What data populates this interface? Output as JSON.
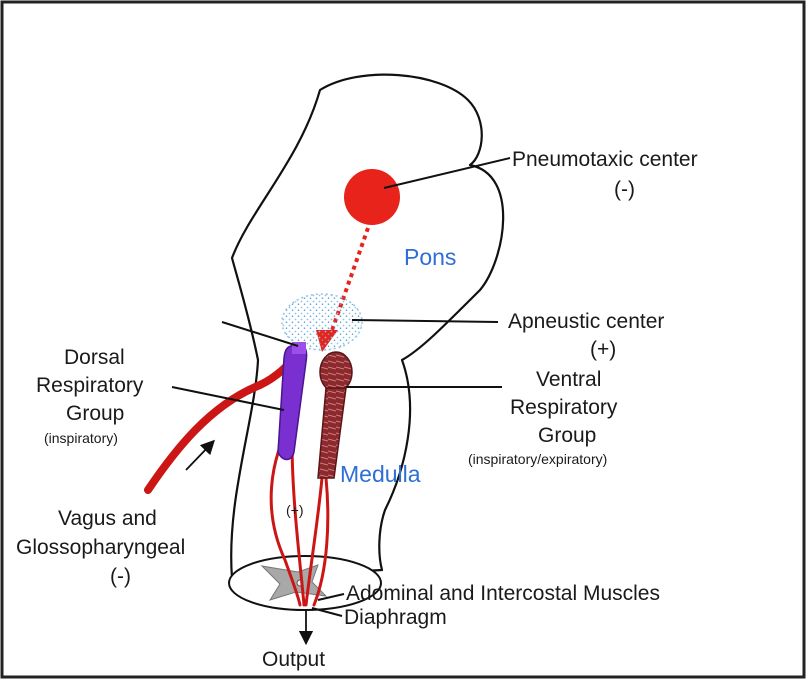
{
  "regions": {
    "pons": "Pons",
    "medulla": "Medulla"
  },
  "labels": {
    "pneumotaxic": {
      "name": "Pneumotaxic center",
      "sign": "(-)"
    },
    "apneustic": {
      "name": "Apneustic center",
      "sign": "(+)"
    },
    "dorsal": {
      "line1": "Dorsal",
      "line2": "Respiratory",
      "line3": "Group",
      "sub": "(inspiratory)"
    },
    "ventral": {
      "line1": "Ventral",
      "line2": "Respiratory",
      "line3": "Group",
      "sub": "(inspiratory/expiratory)"
    },
    "vagus": {
      "line1": "Vagus and",
      "line2": "Glossopharyngeal",
      "sign": "(-)"
    },
    "plus_nerve": "(+)",
    "muscles": "Adominal and Intercostal Muscles",
    "diaphragm": "Diaphragm",
    "output": "Output"
  },
  "colors": {
    "pneumotaxic": "#e8231c",
    "dorsal_group": "#7a2fd0",
    "ventral_group": "#8b2a2e",
    "nerve": "#cc1616",
    "region_text": "#2d6fd6",
    "apneustic_dots": "#8ec3e8"
  }
}
